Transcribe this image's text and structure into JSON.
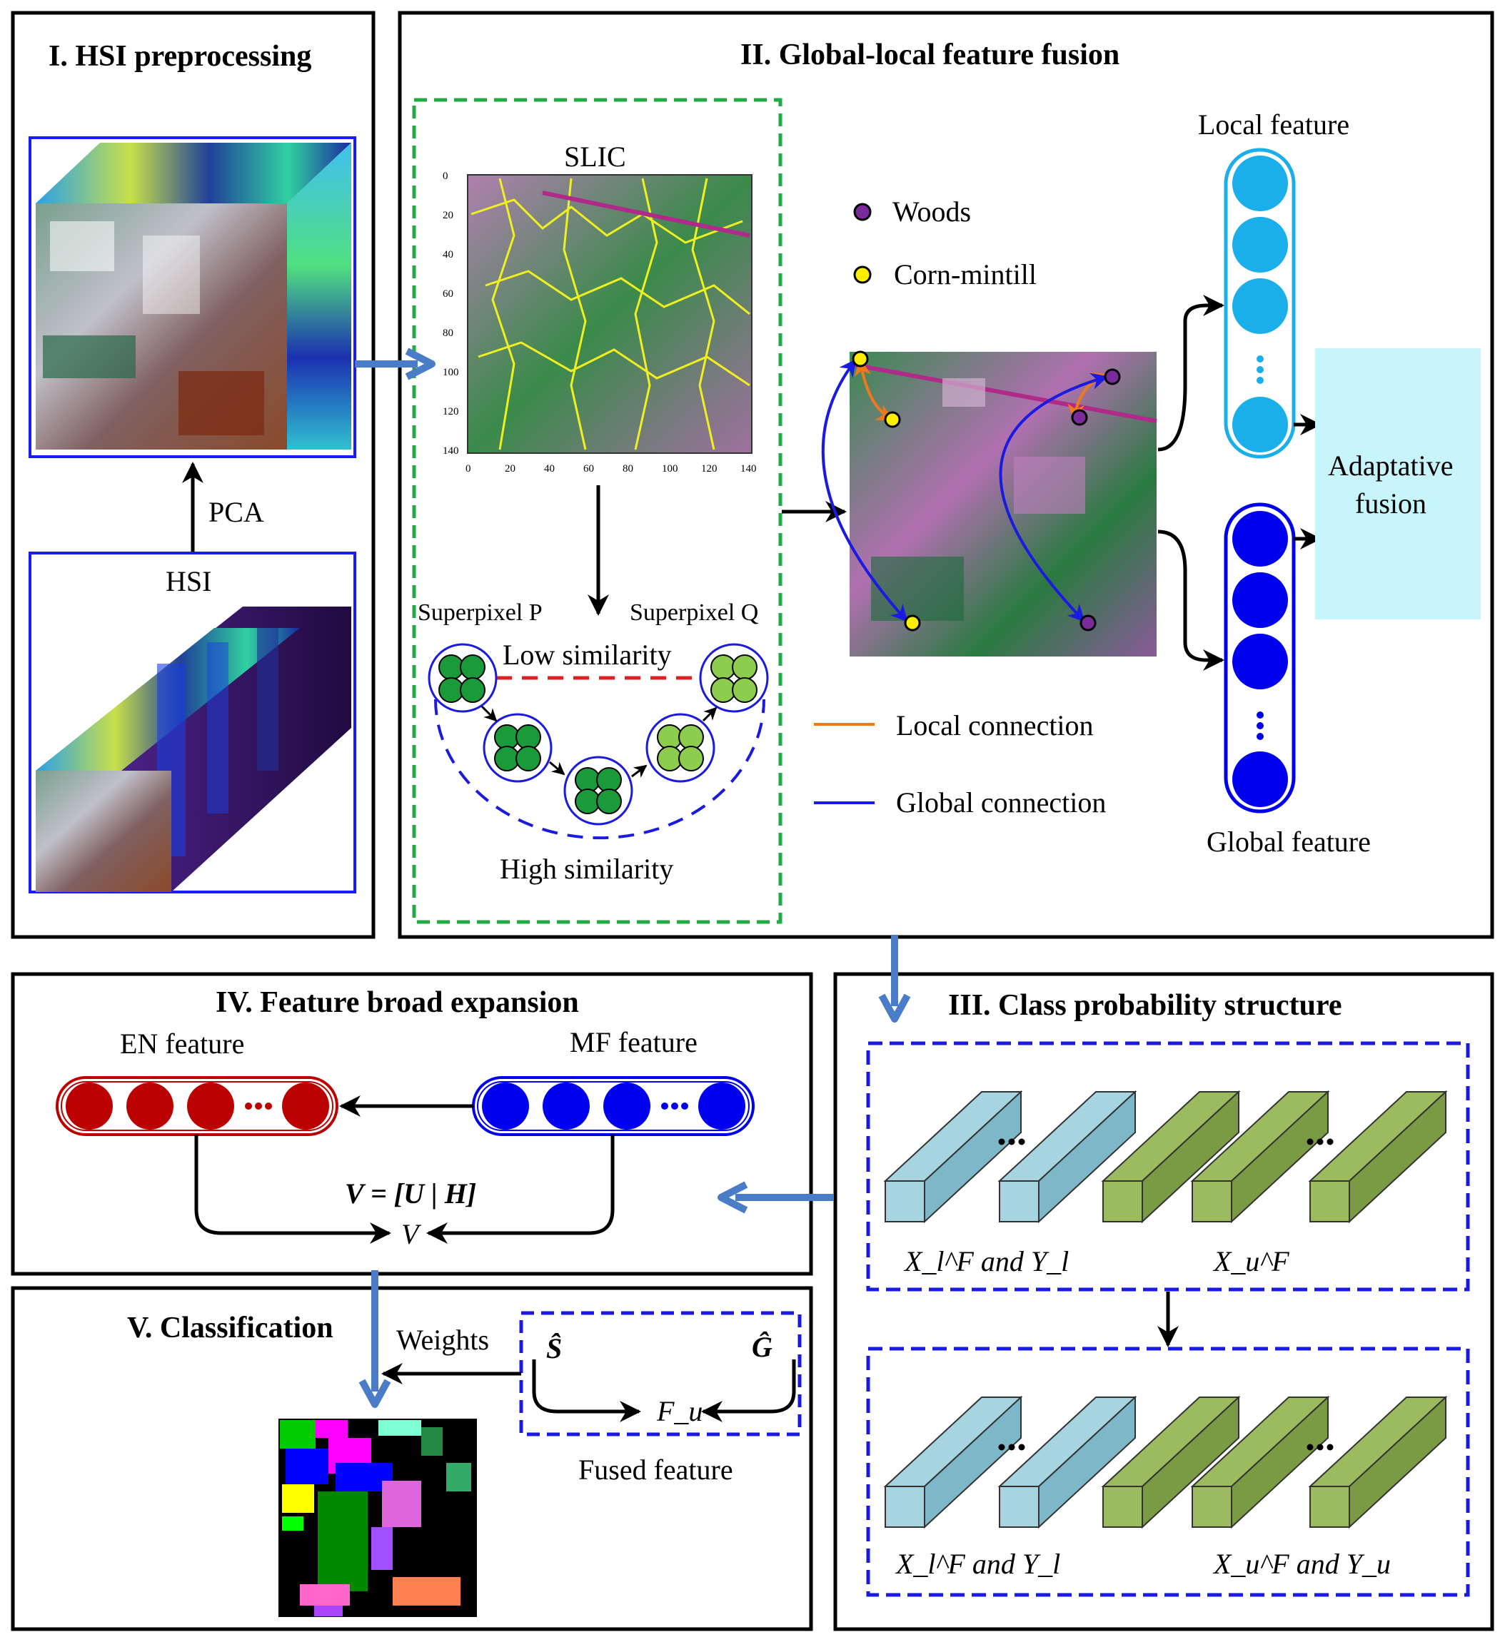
{
  "panels": {
    "p1_title": "I.  HSI  preprocessing",
    "p2_title": "II.  Global-local feature fusion",
    "p3_title": "III.  Class probability structure",
    "p4_title": "IV.  Feature broad expansion",
    "p5_title": "V. Classification"
  },
  "preprocessing": {
    "pca": "PCA",
    "hsi": "HSI"
  },
  "fusion": {
    "slic": "SLIC",
    "slic_axis_ticks": [
      "0",
      "20",
      "40",
      "60",
      "80",
      "100",
      "120",
      "140"
    ],
    "superpixel_p": "Superpixel P",
    "superpixel_q": "Superpixel Q",
    "low_similarity": "Low similarity",
    "high_similarity": "High similarity",
    "legend_woods": "Woods",
    "legend_corn": "Corn-mintill",
    "local_connection": "Local connection",
    "global_connection": "Global connection",
    "local_feature": "Local feature",
    "global_feature": "Global feature",
    "adaptive_fusion_line1": "Adaptative",
    "adaptive_fusion_line2": "fusion"
  },
  "class_prob": {
    "top_left_label": "X_l^F and Y_l",
    "top_right_label": "X_u^F",
    "bottom_left_label": "X_l^F and Y_l",
    "bottom_right_label": "X_u^F and Y_u",
    "ellipsis": "..."
  },
  "broad": {
    "en_feature": "EN feature",
    "mf_feature": "MF feature",
    "equation": "V = [U | H]",
    "v": "V",
    "ellipsis": "..."
  },
  "classification": {
    "weights": "Weights",
    "s_hat": "Ŝ",
    "g_hat": "Ĝ",
    "f_u": "F_u",
    "fused_feature": "Fused feature"
  },
  "colors": {
    "blue_arrow": "#4a7cc8",
    "frame_blue": "#1a1aff",
    "green_dash": "#22aa44",
    "light_blue_node": "#1aaeea",
    "dark_blue_node": "#0000ee",
    "red_node": "#bb0000",
    "cyan_box": "#c8f4fb",
    "cuboid_blue": "#a6d4e0",
    "cuboid_green": "#9bbb5e",
    "orange_link": "#f07a1a"
  }
}
